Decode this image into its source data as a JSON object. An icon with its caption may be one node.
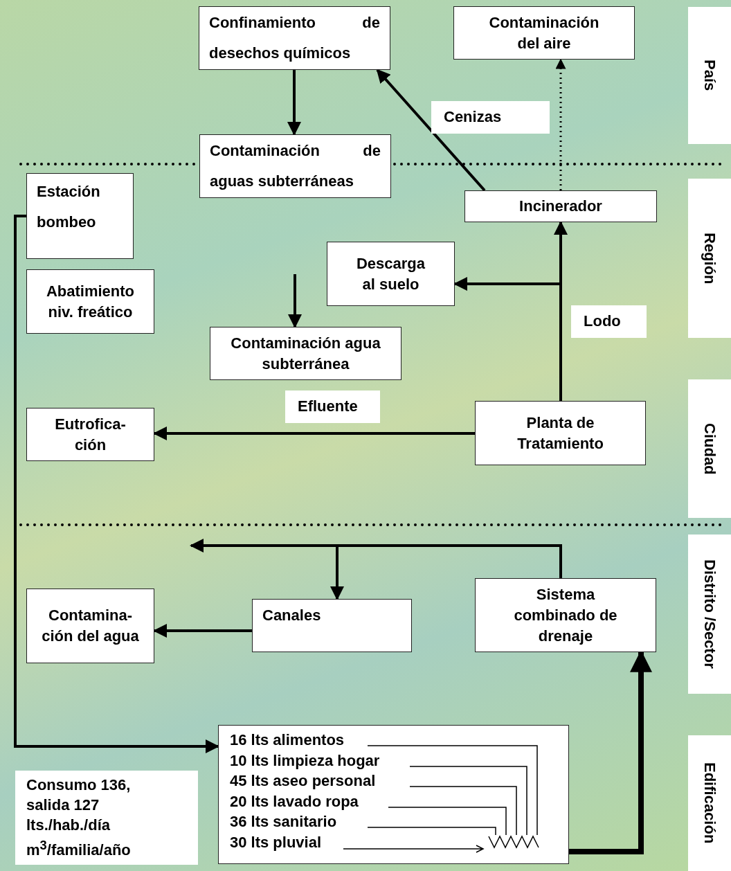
{
  "diagram": {
    "nodes": [
      {
        "text": [
          "Confinamiento de desechos químicos"
        ]
      },
      {
        "text": [
          "Contaminación del aire"
        ]
      },
      {
        "text": [
          "País"
        ]
      },
      {
        "text": [
          "Contaminación de aguas subterráneas"
        ]
      },
      {
        "text": [
          "Estación bombeo"
        ]
      },
      {
        "text": [
          "Incinerador"
        ]
      },
      {
        "text": [
          "Región"
        ]
      },
      {
        "text": [
          "Abatimiento niv. freático"
        ]
      },
      {
        "text": [
          "Descarga al suelo"
        ]
      },
      {
        "text": [
          "Contaminación agua subterránea"
        ]
      },
      {
        "text": [
          "Eutrofica- ción"
        ]
      },
      {
        "text": [
          "Planta de Tratamiento"
        ]
      },
      {
        "text": [
          "Ciudad"
        ]
      },
      {
        "text": [
          "Contamina- ción del agua"
        ]
      },
      {
        "text": [
          "Canales"
        ]
      },
      {
        "text": [
          "Sistema combinado de drenaje"
        ]
      },
      {
        "text": [
          "Distrito /Sector"
        ]
      },
      {
        "text": [
          "16 lts alimentos",
          "10 lts limpieza hogar",
          "45 lts aseo personal",
          "20 lts lavado ropa",
          "36 lts sanitario",
          "30 lts pluvial"
        ]
      },
      {
        "text": [
          "Consumo 136, salida 127 lts./hab./día m$^{3}$/familia/año"
        ]
      },
      {
        "text": [
          "Edificación"
        ]
      }
    ],
    "edges": [
      {
        "from": 0,
        "to": 3,
        "arrow": "to"
      },
      {
        "from": 5,
        "to": 0,
        "arrow": "to",
        "label": "Cenizas"
      },
      {
        "from": 5,
        "to": 1,
        "arrow": "to",
        "style": "dashed"
      },
      {
        "from": 11,
        "to": 5,
        "arrow": "to",
        "label": "Lodo"
      },
      {
        "from": 11,
        "to": 8,
        "arrow": "to"
      },
      {
        "from": null,
        "to": 9,
        "arrow": "to"
      },
      {
        "from": 11,
        "to": 10,
        "arrow": "to",
        "label": "Efluente"
      },
      {
        "from": 4,
        "to": 17,
        "arrow": "to"
      },
      {
        "from": 15,
        "to": null,
        "arrow": "to"
      },
      {
        "from": 15,
        "to": 14,
        "arrow": "to"
      },
      {
        "from": 14,
        "to": 13,
        "arrow": "to"
      },
      {
        "from": 17,
        "to": 15,
        "arrow": "to",
        "style": "thick"
      }
    ]
  }
}
